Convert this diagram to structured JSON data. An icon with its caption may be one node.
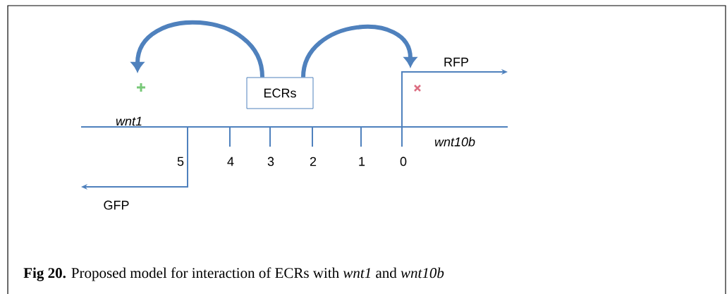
{
  "diagram": {
    "caption": "**Fig 20.** Proposed model for interaction of ECRs with *wnt1* and *wnt10b*",
    "nodes": [
      {
        "text": [
          "ECRs"
        ]
      },
      {
        "text": [],
        "shape": "plus"
      },
      {
        "text": [],
        "shape": "cross"
      }
    ],
    "edges": [
      {
        "from": 0,
        "to": 1,
        "arrow": "to"
      },
      {
        "from": 0,
        "to": 2,
        "arrow": "to"
      }
    ],
    "labels": [
      "RFP",
      "wnt1",
      "wnt10b",
      "5",
      "4",
      "3",
      "2",
      "1",
      "0",
      "GFP"
    ]
  }
}
